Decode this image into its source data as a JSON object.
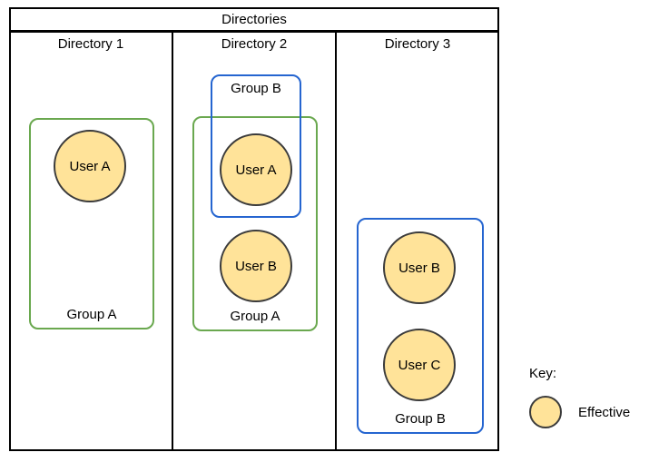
{
  "header": {
    "title": "Directories"
  },
  "columns": [
    {
      "label": "Directory 1"
    },
    {
      "label": "Directory 2"
    },
    {
      "label": "Directory 3"
    }
  ],
  "groups": {
    "d1_groupA": {
      "label": "Group A"
    },
    "d2_groupB": {
      "label": "Group B"
    },
    "d2_groupA": {
      "label": "Group A"
    },
    "d3_groupB": {
      "label": "Group B"
    }
  },
  "users": {
    "d1_userA": {
      "label": "User A"
    },
    "d2_userA": {
      "label": "User A"
    },
    "d2_userB": {
      "label": "User B"
    },
    "d3_userB": {
      "label": "User B"
    },
    "d3_userC": {
      "label": "User C"
    }
  },
  "key": {
    "title": "Key:",
    "legend": "Effective"
  },
  "colors": {
    "frame": "#000000",
    "group_a_border": "#6AA84F",
    "group_b_border": "#2565D0",
    "user_fill": "#FFE399",
    "user_stroke": "#3B3B3B"
  }
}
